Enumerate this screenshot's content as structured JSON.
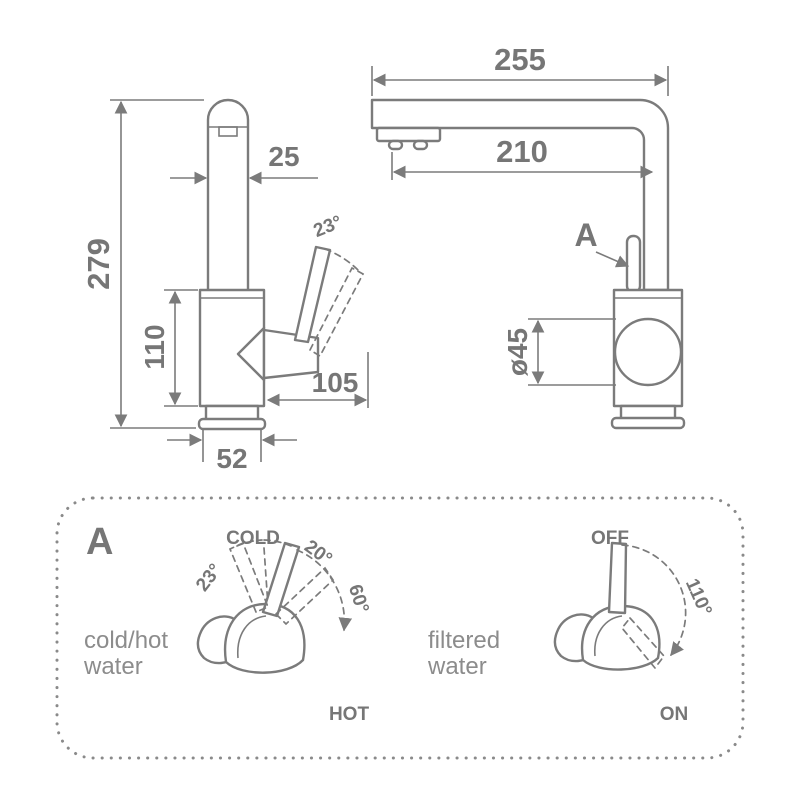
{
  "colors": {
    "line": "#7b7b7b",
    "text": "#767676",
    "caption": "#8c8c8c"
  },
  "side_view": {
    "dim_height": "279",
    "dim_spout_width": "25",
    "dim_body_height": "110",
    "dim_handle_reach": "105",
    "dim_base_width": "52",
    "handle_angle": "23°"
  },
  "front_view": {
    "dim_reach": "255",
    "dim_spray_to_pipe": "210",
    "detail_label": "A",
    "dim_body_diameter": "ø45"
  },
  "panel": {
    "label": "A",
    "left": {
      "cold_label": "COLD",
      "angle_front": "20°",
      "angle_right": "60°",
      "angle_left": "23°",
      "hot_label": "HOT",
      "caption_line1": "cold/hot",
      "caption_line2": "water"
    },
    "right": {
      "off_label": "OFF",
      "angle": "110°",
      "on_label": "ON",
      "caption_line1": "filtered",
      "caption_line2": "water"
    }
  }
}
